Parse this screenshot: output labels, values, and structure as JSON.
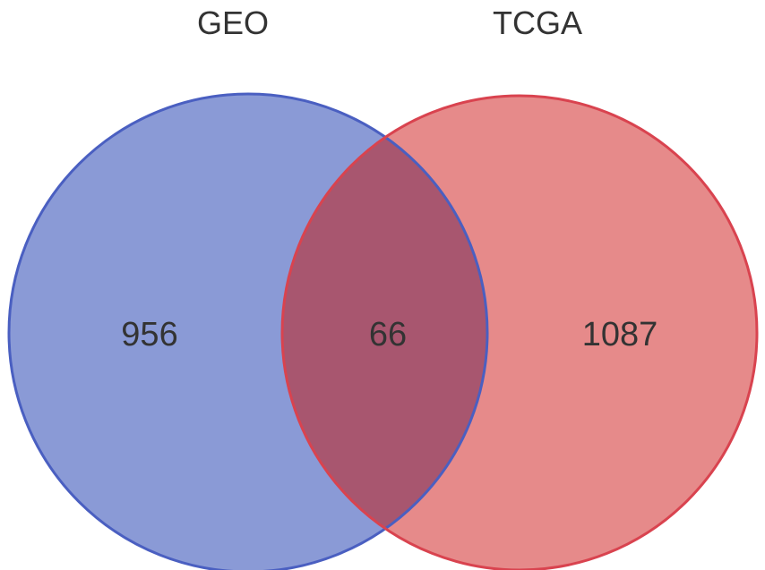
{
  "chart_data": {
    "type": "venn",
    "sets": [
      {
        "name": "GEO",
        "only": 956,
        "color": "#8a9ad6",
        "stroke": "#4a5fc1"
      },
      {
        "name": "TCGA",
        "only": 1087,
        "color": "#e68a8a",
        "stroke": "#d9434f"
      }
    ],
    "intersection": 66,
    "intersection_color": "#a8566f"
  }
}
